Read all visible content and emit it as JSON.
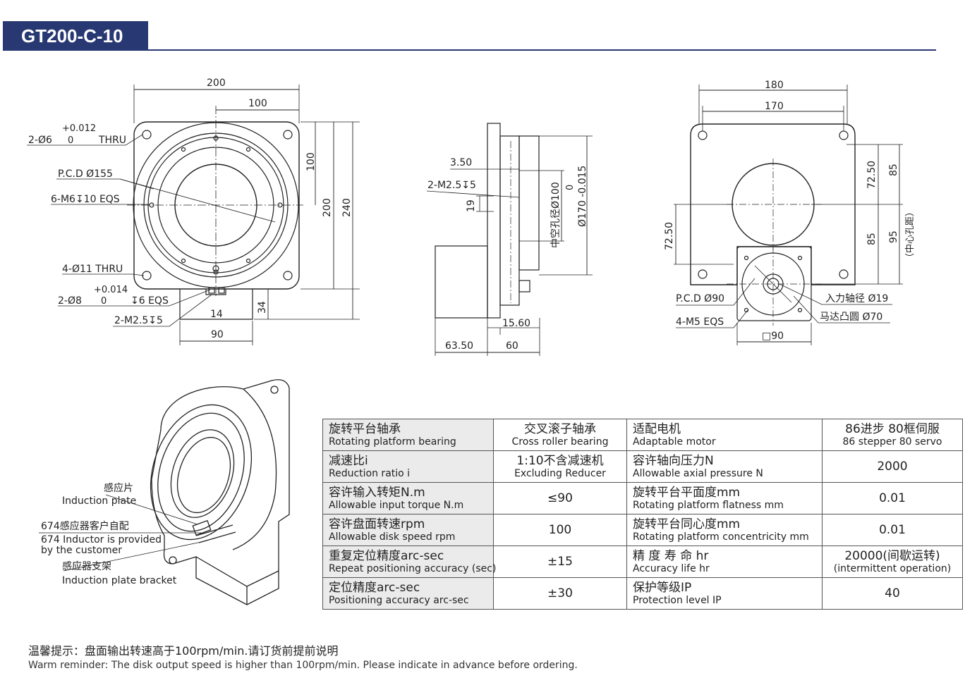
{
  "header": {
    "model": "GT200-C-10"
  },
  "front_view": {
    "dim_200": "200",
    "dim_100": "100",
    "dim_100v": "100",
    "dim_200v": "200",
    "dim_240": "240",
    "tol_hole": "+0.012",
    "hole_spec": "2-Ø6",
    "tol_zero": "0",
    "thru": "THRU",
    "pcd": "P.C.D Ø155",
    "m6": "6-M6↧10 EQS",
    "thru4": "4-Ø11 THRU",
    "tol_pin": "+0.014",
    "pin_spec": "2-Ø8",
    "tol_zero2": "0",
    "eqs6": "↧6 EQS",
    "m25": "2-M2.5↧5",
    "dim_14": "14",
    "dim_34": "34",
    "dim_90": "90"
  },
  "side_view": {
    "dim_350": "3.50",
    "m25": "2-M2.5↧5",
    "dim_19": "19",
    "bore": "中空孔径Ø100",
    "tol": "0",
    "dia170": "Ø170 -0.015",
    "dim_1560": "15.60",
    "dim_6350": "63.50",
    "dim_60": "60"
  },
  "rear_view": {
    "dim_180": "180",
    "dim_170": "170",
    "dim_7250": "72.50",
    "dim_85": "85",
    "dim_7250b": "72.50",
    "dim_85b": "85",
    "dim_95": "95",
    "center_dist": "（中心孔距）",
    "pcd90": "P.C.D Ø90",
    "m5": "4-M5 EQS",
    "sq90": "□90",
    "shaft": "入力轴径 Ø19",
    "boss": "马达凸圆 Ø70"
  },
  "iso_labels": {
    "plate_zh": "感应片",
    "plate_en": "Induction plate",
    "sensor_zh": "674感应器客户自配",
    "sensor_en1": "674 Inductor is provided",
    "sensor_en2": "by the customer",
    "bracket_zh": "感应器支架",
    "bracket_en": "Induction plate bracket"
  },
  "specs": [
    {
      "l1_zh": "旋转平台轴承",
      "l1_en": "Rotating platform bearing",
      "v1_zh": "交叉滚子轴承",
      "v1_en": "Cross roller bearing",
      "l2_zh": "适配电机",
      "l2_en": "Adaptable motor",
      "v2_zh": "86进步 80框伺服",
      "v2_en": "86 stepper 80 servo"
    },
    {
      "l1_zh": "减速比i",
      "l1_en": "Reduction ratio i",
      "v1_zh": "1:10不含减速机",
      "v1_en": "Excluding Reducer",
      "l2_zh": "容许轴向压力N",
      "l2_en": "Allowable axial pressure N",
      "v2": "2000"
    },
    {
      "l1_zh": "容许输入转矩N.m",
      "l1_en": "Allowable input torque N.m",
      "v1": "≤90",
      "l2_zh": "旋转平台平面度mm",
      "l2_en": "Rotating platform flatness mm",
      "v2": "0.01"
    },
    {
      "l1_zh": "容许盘面转速rpm",
      "l1_en": "Allowable disk speed rpm",
      "v1": "100",
      "l2_zh": "旋转平台同心度mm",
      "l2_en": "Rotating platform concentricity mm",
      "v2": "0.01"
    },
    {
      "l1_zh": "重复定位精度arc-sec",
      "l1_en": "Repeat positioning accuracy (sec)",
      "v1": "±15",
      "l2_zh": "精 度 寿 命 hr",
      "l2_en": "Accuracy life hr",
      "v2_zh": "20000(间歇运转)",
      "v2_en": "(intermittent operation)"
    },
    {
      "l1_zh": "定位精度arc-sec",
      "l1_en": "Positioning accuracy arc-sec",
      "v1": "±30",
      "l2_zh": "保护等级IP",
      "l2_en": "Protection level IP",
      "v2": "40"
    }
  ],
  "note": {
    "zh": "温馨提示：盘面输出转速高于100rpm/min.请订货前提前说明",
    "en": "Warm reminder: The disk output speed is higher than 100rpm/min. Please indicate in advance before ordering."
  }
}
